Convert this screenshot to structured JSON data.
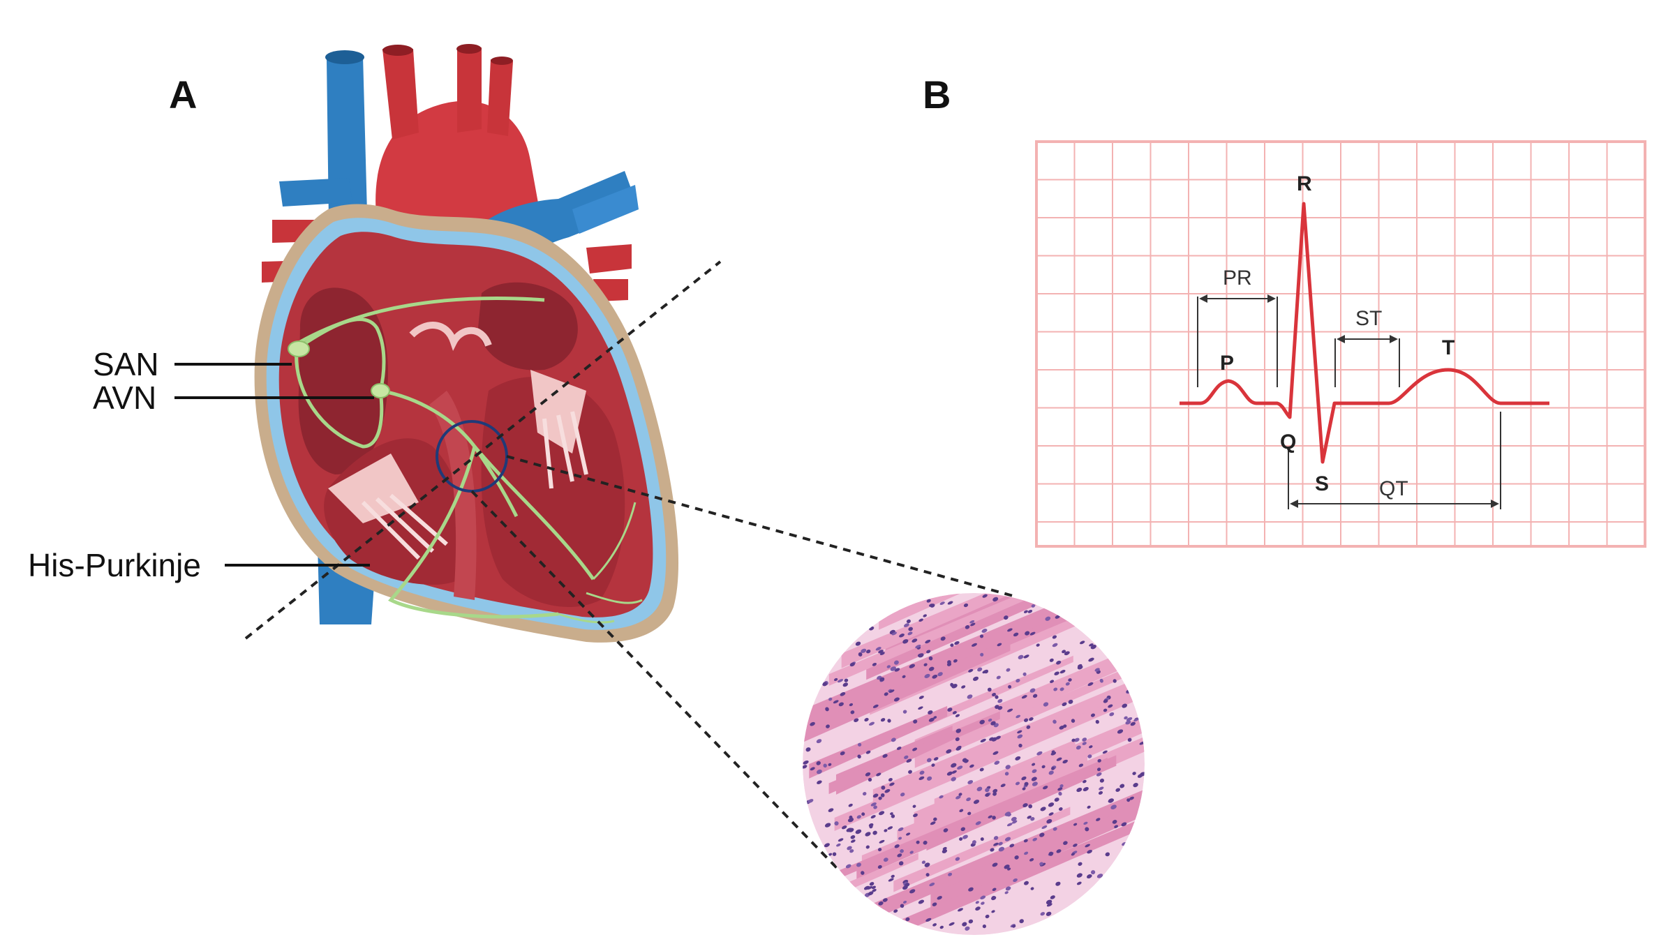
{
  "panel_a": {
    "letter": "A",
    "labels": {
      "san": "SAN",
      "avn": "AVN",
      "his_purkinje": "His-Purkinje"
    }
  },
  "panel_b": {
    "letter": "B",
    "waves": {
      "p": "P",
      "q": "Q",
      "r": "R",
      "s": "S",
      "t": "T"
    },
    "intervals": {
      "pr": "PR",
      "st": "ST",
      "qt": "QT"
    }
  },
  "colors": {
    "vein_blue": "#2f7fc1",
    "artery_red": "#c8343a",
    "myocardium": "#b5343e",
    "pericardium_tan": "#c9ad8c",
    "conduction_green": "#a8d88a",
    "ecg_grid": "#f3b2b2",
    "ecg_trace": "#d9343b",
    "histology_pink": "#e9a9c8",
    "nuclei_purple": "#5a3c8c"
  }
}
